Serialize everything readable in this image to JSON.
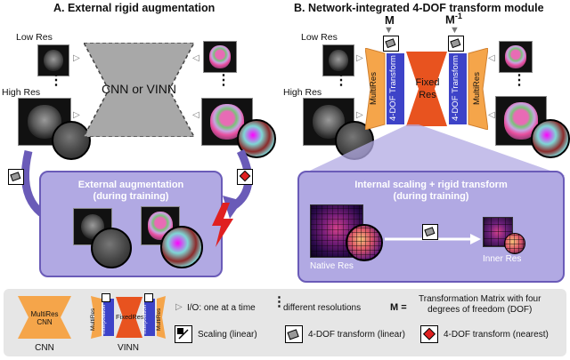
{
  "panel_a": {
    "title": "A. External rigid augmentation",
    "low_res": "Low Res",
    "high_res": "High Res",
    "model_label": "CNN or VINN",
    "aug_box_title": "External augmentation\n(during training)"
  },
  "panel_b": {
    "title": "B. Network-integrated 4-DOF transform module",
    "low_res": "Low Res",
    "high_res": "High Res",
    "m_label": "M",
    "m_inv_label": "M",
    "m_inv_sup": "-1",
    "multires": "MultiRes",
    "transform": "4-DOF Transform",
    "fixed_res": "Fixed Res",
    "internal_box_title": "Internal scaling + rigid  transform\n(during training)",
    "native_res": "Native Res",
    "inner_res": "Inner Res"
  },
  "legend": {
    "cnn_inner": "MultiRes\nCNN",
    "cnn_label": "CNN",
    "vinn_label": "VINN",
    "vinn_multires": "MultiRes",
    "vinn_interp": "Interpolation",
    "vinn_fixed": "FixedRes",
    "io_text": "I/O: one at a time",
    "res_text": "different resolutions",
    "m_key": "M =",
    "m_text": "Transformation Matrix with four\ndegrees of freedom (DOF)",
    "scaling_text": "Scaling (linear)",
    "transform_linear_text": "4-DOF transform (linear)",
    "transform_nearest_text": "4-DOF transform (nearest)"
  },
  "colors": {
    "orange": "#f5a54a",
    "blue": "#3d43c8",
    "red": "#e8531f",
    "purple": "#b1a9e3",
    "arrow_purple": "#6a5bb8",
    "lightning": "#e02020",
    "gray": "#a8a8a8"
  }
}
